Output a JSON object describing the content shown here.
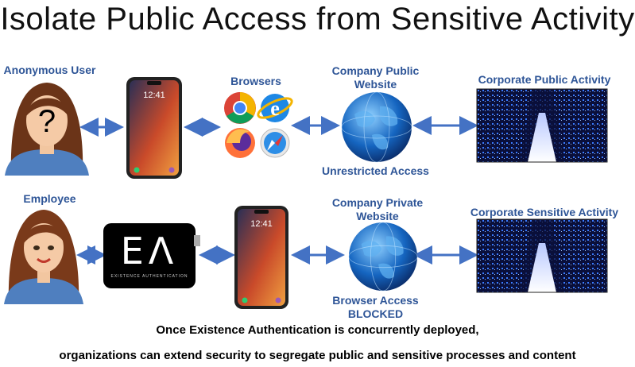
{
  "title": "Isolate Public Access from Sensitive Activity",
  "row1": {
    "user_label": "Anonymous User",
    "user_mark": "?",
    "browsers_label": "Browsers",
    "website_label_line1": "Company Public",
    "website_label_line2": "Website",
    "access_label": "Unrestricted Access",
    "activity_label": "Corporate Public Activity",
    "phone_time": "12:41"
  },
  "row2": {
    "user_label": "Employee",
    "ea_logo_letters": "EΛ",
    "ea_logo_caption": "EXISTENCE AUTHENTICATION",
    "website_label_line1": "Company Private",
    "website_label_line2": "Website",
    "access_label_line1": "Browser Access",
    "access_label_line2": "BLOCKED",
    "activity_label": "Corporate Sensitive Activity",
    "phone_time": "12:41"
  },
  "footer": {
    "line1": "Once Existence Authentication is concurrently deployed,",
    "line2": "organizations can extend security to segregate public and sensitive processes and content"
  },
  "colors": {
    "label": "#2e5597",
    "arrow": "#4472c4"
  },
  "icons": [
    "question-mark-icon",
    "chrome-icon",
    "internet-explorer-icon",
    "firefox-icon",
    "safari-icon",
    "globe-icon",
    "server-room-icon",
    "phone-icon",
    "ea-logo"
  ]
}
